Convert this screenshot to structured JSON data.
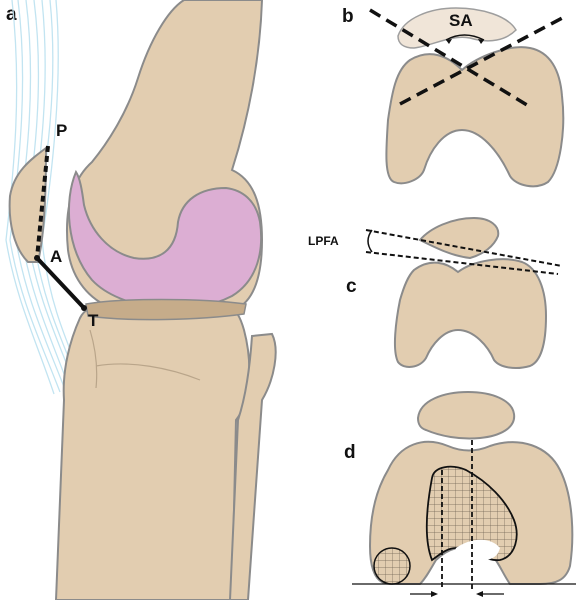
{
  "panels": {
    "a": {
      "letter": "a",
      "points": {
        "P": "P",
        "A": "A",
        "T": "T"
      }
    },
    "b": {
      "letter": "b",
      "angle_label": "SA"
    },
    "c": {
      "letter": "c",
      "angle_label": "LPFA"
    },
    "d": {
      "letter": "d"
    }
  },
  "colors": {
    "bone": "#e2cdb0",
    "bone_outline": "#8b8b8b",
    "cartilage": "#dcaed3",
    "ligament": "#bfe3f1",
    "meniscus": "#c6ac8a",
    "line": "#111111"
  }
}
